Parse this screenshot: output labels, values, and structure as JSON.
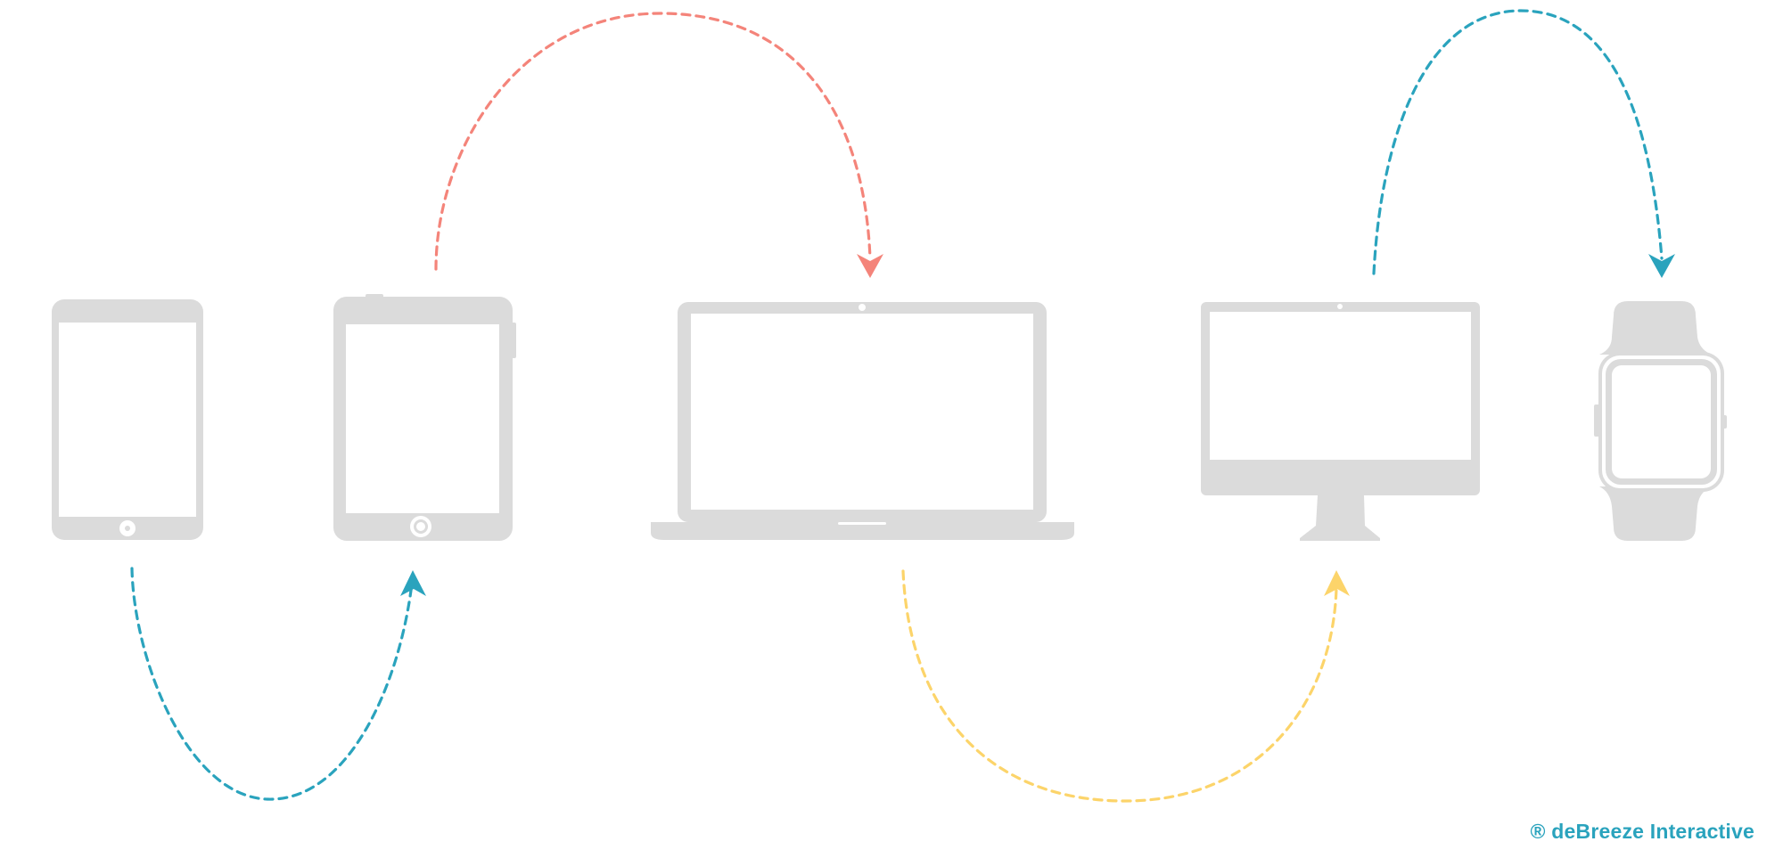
{
  "colors": {
    "device": "#dbdbdb",
    "screen": "#ffffff",
    "teal": "#2aa3bd",
    "coral": "#f4847a",
    "yellow": "#fcd46a",
    "credit": "#2aa3bd"
  },
  "devices": [
    {
      "name": "ipad-mini",
      "icon": "tablet-small-icon"
    },
    {
      "name": "ipad",
      "icon": "tablet-icon"
    },
    {
      "name": "macbook",
      "icon": "laptop-icon"
    },
    {
      "name": "imac",
      "icon": "desktop-monitor-icon"
    },
    {
      "name": "apple-watch",
      "icon": "smartwatch-icon"
    }
  ],
  "connections": [
    {
      "name": "tablet-small-to-tablet",
      "color": "teal"
    },
    {
      "name": "tablet-to-laptop",
      "color": "coral"
    },
    {
      "name": "laptop-to-desktop",
      "color": "yellow"
    },
    {
      "name": "desktop-to-watch",
      "color": "teal"
    }
  ],
  "credit": {
    "text": "® deBreeze Interactive"
  }
}
